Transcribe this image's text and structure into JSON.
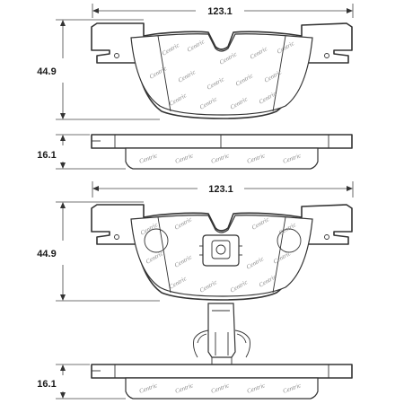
{
  "dimensions": {
    "top_width": "123.1",
    "top_height": "44.9",
    "top_thickness": "16.1",
    "bottom_width": "123.1",
    "bottom_height": "44.9",
    "bottom_thickness": "16.1"
  },
  "watermark": {
    "text": "Centric"
  },
  "colors": {
    "line": "#333333",
    "watermark": "#8a8a8a",
    "background": "#ffffff"
  }
}
